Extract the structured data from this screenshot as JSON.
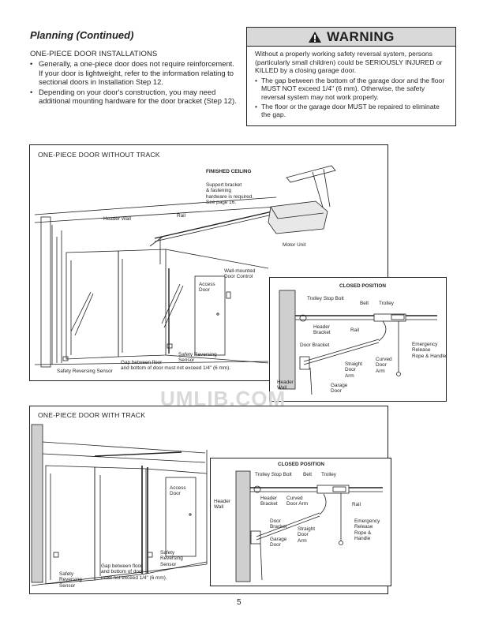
{
  "page": {
    "heading": "Planning (Continued)",
    "page_number": "5"
  },
  "installations": {
    "subheading": "ONE-PIECE DOOR INSTALLATIONS",
    "bullets": [
      "Generally, a one-piece door does not require reinforcement. If your door is lightweight, refer to the information relating to sectional doors in Installation Step 12.",
      "Depending on your door's construction, you may need additional mounting hardware for the door bracket (Step 12)."
    ]
  },
  "warning": {
    "title": "WARNING",
    "intro": "Without a properly working safety reversal system, persons (particularly small children) could be SERIOUSLY INJURED or KILLED by a closing garage door.",
    "bullets": [
      "The gap between the bottom of the garage door and the floor MUST NOT exceed 1/4\" (6 mm). Otherwise, the safety reversal system may not work properly.",
      "The floor or the garage door MUST be repaired to eliminate the gap."
    ]
  },
  "figure1": {
    "title": "ONE-PIECE DOOR WITHOUT TRACK",
    "labels": {
      "finished_ceiling": "FINISHED CEILING",
      "support_note_1": "Support bracket",
      "support_note_2": "& fastening",
      "support_note_3": "hardware is required.",
      "support_note_4": "See page 16.",
      "header_wall": "Header Wall",
      "rail": "Rail",
      "motor_unit": "Motor Unit",
      "wall_control_1": "Wall-mounted",
      "wall_control_2": "Door Control",
      "access_door_1": "Access",
      "access_door_2": "Door",
      "safety_sensor_r1": "Safety Reversing",
      "safety_sensor_r2": "Sensor",
      "gap_1": "Gap between floor",
      "gap_2": "and bottom of door must not exceed 1/4\" (6 mm).",
      "safety_sensor_l": "Safety Reversing Sensor"
    },
    "inset": {
      "title": "CLOSED POSITION",
      "trolley_stop_bolt": "Trolley Stop Bolt",
      "belt": "Belt",
      "trolley": "Trolley",
      "header_bracket_1": "Header",
      "header_bracket_2": "Bracket",
      "rail": "Rail",
      "door_bracket": "Door Bracket",
      "emergency_1": "Emergency",
      "emergency_2": "Release",
      "emergency_3": "Rope & Handle",
      "straight_arm_1": "Straight",
      "straight_arm_2": "Door",
      "straight_arm_3": "Arm",
      "curved_arm_1": "Curved",
      "curved_arm_2": "Door",
      "curved_arm_3": "Arm",
      "header_wall_1": "Header",
      "header_wall_2": "Wall",
      "garage_door_1": "Garage",
      "garage_door_2": "Door"
    }
  },
  "figure2": {
    "title": "ONE-PIECE DOOR WITH TRACK",
    "labels": {
      "access_door_1": "Access",
      "access_door_2": "Door",
      "safety_sensor_r1": "Safety",
      "safety_sensor_r2": "Reversing",
      "safety_sensor_r3": "Sensor",
      "gap_1": "Gap between floor",
      "gap_2": "and bottom of door",
      "gap_3": "must not exceed 1/4\" (6 mm).",
      "safety_sensor_l1": "Safety",
      "safety_sensor_l2": "Reversing",
      "safety_sensor_l3": "Sensor"
    },
    "inset": {
      "title": "CLOSED POSITION",
      "trolley_stop_bolt": "Trolley Stop Bolt",
      "belt": "Belt",
      "trolley": "Trolley",
      "header_wall_1": "Header",
      "header_wall_2": "Wall",
      "header_bracket_1": "Header",
      "header_bracket_2": "Bracket",
      "curved_arm_1": "Curved",
      "curved_arm_2": "Door Arm",
      "rail": "Rail",
      "door_bracket_1": "Door",
      "door_bracket_2": "Bracket",
      "straight_arm_1": "Straight",
      "straight_arm_2": "Door",
      "straight_arm_3": "Arm",
      "garage_door_1": "Garage",
      "garage_door_2": "Door",
      "emergency_1": "Emergency",
      "emergency_2": "Release",
      "emergency_3": "Rope &",
      "emergency_4": "Handle"
    }
  },
  "watermark": "UMLIB.COM"
}
